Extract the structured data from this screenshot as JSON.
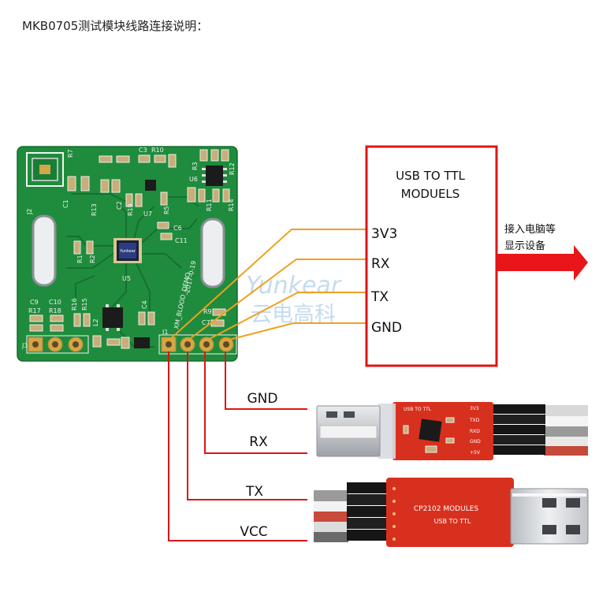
{
  "title": "MKB0705测试模块线路连接说明：",
  "pcb": {
    "labels": [
      "R7",
      "C3",
      "R10",
      "R3",
      "R12",
      "U6",
      "J2",
      "C1",
      "R13",
      "C2",
      "R19",
      "U7",
      "R5",
      "R11",
      "R14",
      "C6",
      "C11",
      "R1",
      "R2",
      "U5",
      "XM_BLOOD_DEMO",
      "2017-0-19",
      "C9",
      "C10",
      "R17",
      "R18",
      "R16",
      "R15",
      "C4",
      "L2",
      "R9",
      "C7",
      "J1",
      "J3"
    ],
    "chip_marking": "Yunkear"
  },
  "module_box": {
    "heading": [
      "USB TO TTL",
      "MODUELS"
    ],
    "pins": [
      "3V3",
      "RX",
      "TX",
      "GND"
    ]
  },
  "arrow": {
    "label": [
      "接入电脑等",
      "显示设备"
    ]
  },
  "wires": {
    "labels": {
      "gnd": "GND",
      "rx": "RX",
      "tx": "TX",
      "vcc": "VCC"
    }
  },
  "usb_module_top": {
    "board_label": "USB TO TTL",
    "pins": [
      "3V3",
      "TXD",
      "RXD",
      "GND",
      "+5V"
    ]
  },
  "usb_module_bottom": {
    "title": "CP2102 MODULES",
    "subtitle": "USB TO TTL"
  },
  "watermark": {
    "latin": "Yunkear",
    "chinese": "云电高科"
  },
  "colors": {
    "pcb": "#1e8c3c",
    "box_outline": "#e01414",
    "upper_wires": "#f0a020",
    "lower_wires": "#e01414",
    "arrow": "#e8161a",
    "usb_board": "#d8301e"
  }
}
